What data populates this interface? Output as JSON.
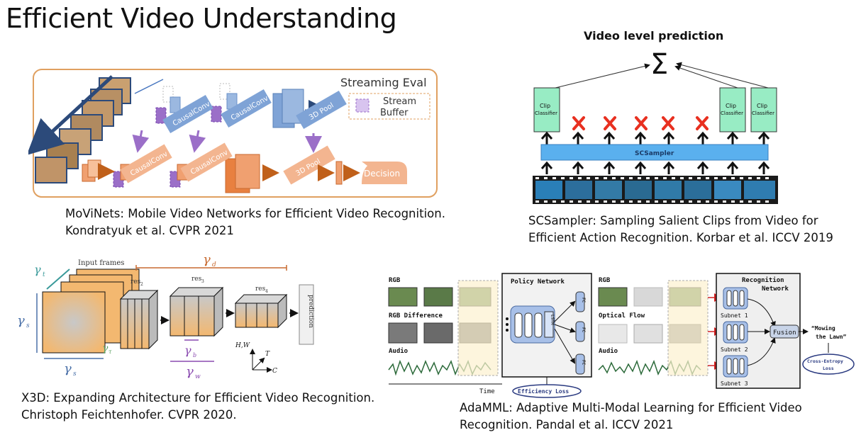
{
  "slide": {
    "title": "Efficient Video Understanding"
  },
  "movinet": {
    "streaming_eval": "Streaming Eval",
    "stream_buffer_1": "Stream",
    "stream_buffer_2": "Buffer",
    "causal_conv": "CausalConv",
    "pool_3d": "3D Pool",
    "decision": "Decision",
    "caption_1": "MoViNets: Mobile Video Networks for Efficient Video Recognition.",
    "caption_2": "Kondratyuk et al. CVPR 2021"
  },
  "scsampler": {
    "video_level_prediction": "Video level prediction",
    "sigma": "Σ",
    "clip": "Clip",
    "classifier": "Classifier",
    "sampler": "SCSampler",
    "caption_1": "SCSampler: Sampling Salient Clips from Video for",
    "caption_2": "Efficient Action Recognition. Korbar et al. ICCV 2019"
  },
  "x3d": {
    "input_frames": "Input frames",
    "res2": "res",
    "res2_sub": "2",
    "res3": "res",
    "res3_sub": "3",
    "res4": "res",
    "res4_sub": "4",
    "prediction": "prediction",
    "gamma": "γ",
    "sub_t": "t",
    "sub_s": "s",
    "sub_tau": "τ",
    "sub_d": "d",
    "sub_b": "b",
    "sub_w": "w",
    "axis_hw": "H,W",
    "axis_t": "T",
    "axis_c": "C",
    "caption_1": "X3D: Expanding Architecture for Efficient Video Recognition.",
    "caption_2": "Christoph Feichtenhofer. CVPR 2020."
  },
  "adamml": {
    "rgb": "RGB",
    "rgb_difference": "RGB Difference",
    "audio": "Audio",
    "policy_network": "Policy Network",
    "lstm": "LSTM",
    "fc": "FC",
    "rgb2": "RGB",
    "optical_flow": "Optical Flow",
    "audio2": "Audio",
    "recognition_network_1": "Recognition",
    "recognition_network_2": "Network",
    "subnet1": "Subnet 1",
    "subnet2": "Subnet 2",
    "subnet3": "Subnet 3",
    "fusion": "Fusion",
    "output_1": "“Mowing",
    "output_2": "the Lawn”",
    "ce_loss_1": "Cross-Entropy",
    "ce_loss_2": "Loss",
    "time": "Time",
    "efficiency_loss": "Efficiency Loss",
    "caption_1": "AdaMML: Adaptive Multi-Modal Learning for Efficient Video",
    "caption_2": "Recognition. Pandal et al. ICCV 2021"
  },
  "colors": {
    "orange_frame": "#e0a060",
    "blue_block": "#7fa3d6",
    "orange_block": "#f0a070",
    "purple": "#9b6fc8",
    "green_classifier": "#98ecc4",
    "blue_sampler": "#5ab0ee",
    "red_x": "#e83020",
    "x3d_orange": "#f3b870",
    "adamml_yellow": "#fdf2cf"
  }
}
